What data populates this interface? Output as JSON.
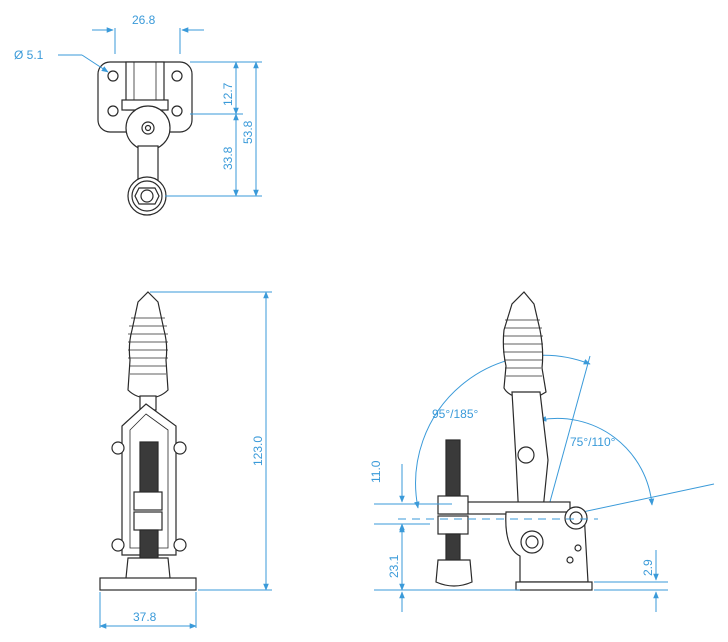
{
  "dimensions": {
    "top_width": "26.8",
    "hole_diameter": "Ø 5.1",
    "hole_spacing_vertical": "12.7",
    "arm_offset": "33.8",
    "total_top_length": "53.8",
    "total_height": "123.0",
    "base_width": "37.8",
    "open_angle_handle": "95°/185°",
    "open_angle_arm": "75°/110°",
    "spindle_height": "11.0",
    "base_to_spindle": "23.1",
    "base_thickness": "2.9"
  },
  "colors": {
    "dimension": "#3a9ad9",
    "part_outline": "#2a2a2a"
  }
}
